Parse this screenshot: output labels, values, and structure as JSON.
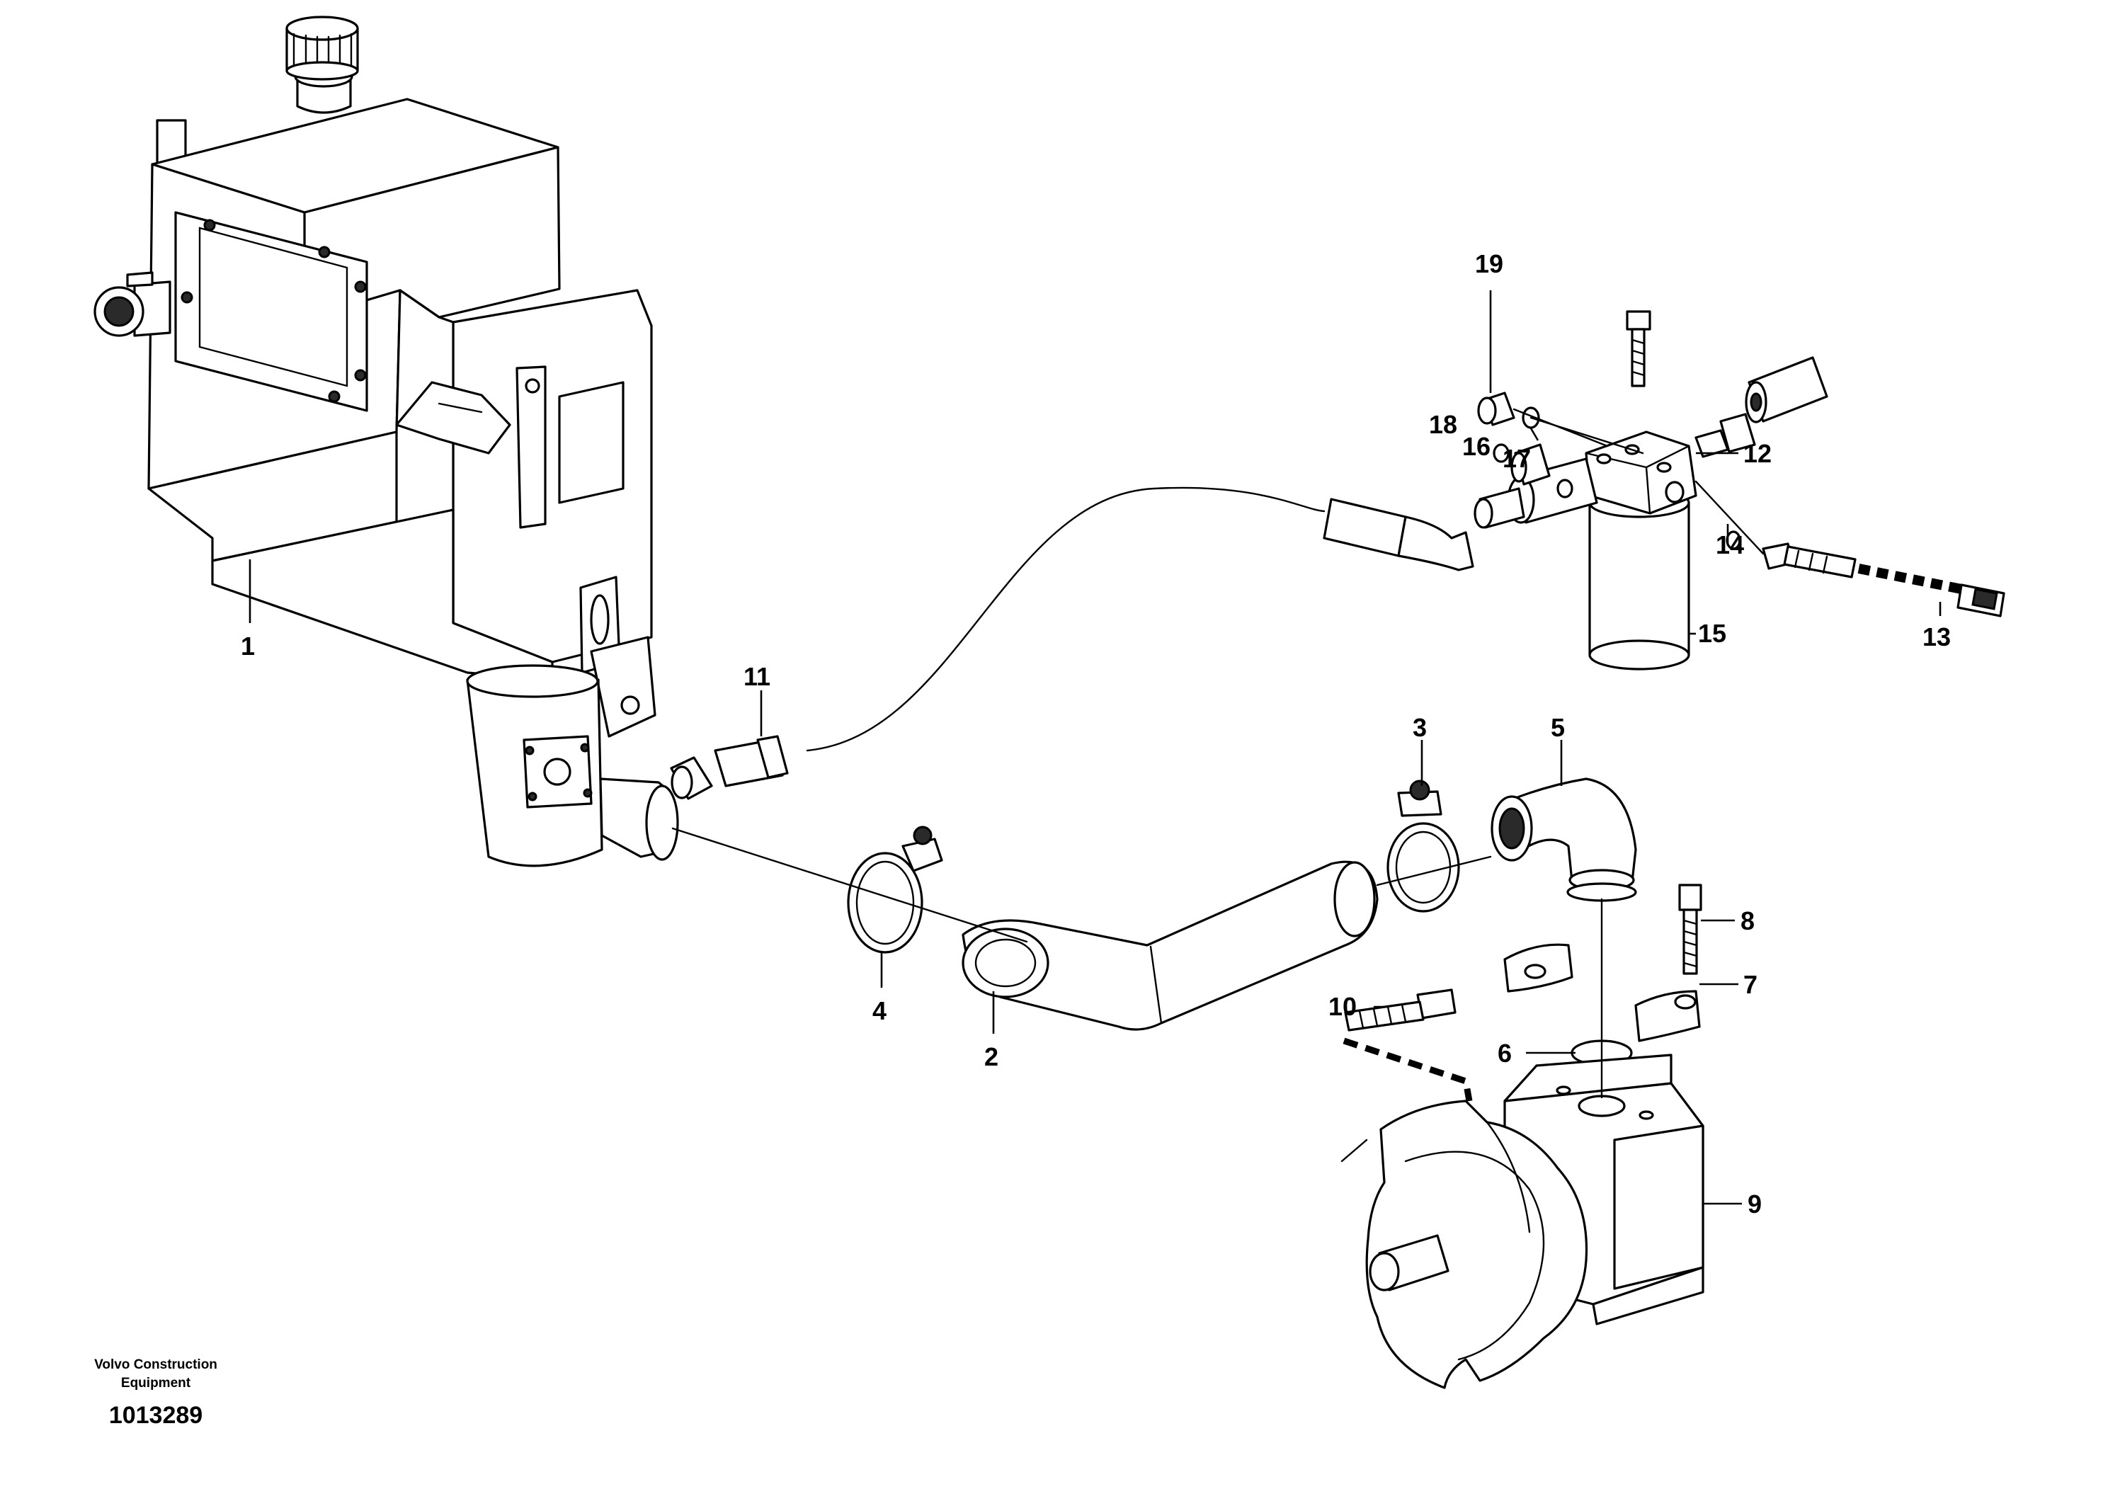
{
  "callouts": {
    "c1": "1",
    "c2": "2",
    "c3": "3",
    "c4": "4",
    "c5": "5",
    "c6": "6",
    "c7": "7",
    "c8": "8",
    "c9": "9",
    "c10": "10",
    "c11": "11",
    "c12": "12",
    "c13": "13",
    "c14": "14",
    "c15": "15",
    "c16": "16",
    "c17": "17",
    "c18": "18",
    "c19": "19"
  },
  "footer": {
    "company_line1": "Volvo Construction",
    "company_line2": "Equipment",
    "drawing_number": "1013289"
  },
  "colors": {
    "line": "#000000",
    "background": "#ffffff"
  }
}
